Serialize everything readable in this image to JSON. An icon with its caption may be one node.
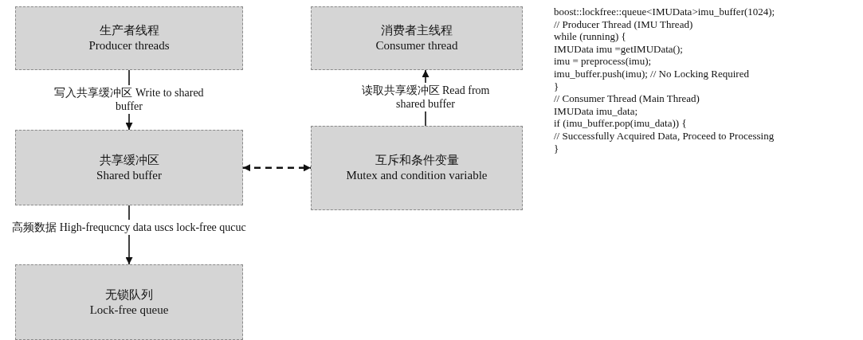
{
  "diagram": {
    "nodes": [
      {
        "text": [
          "生产者线程",
          "Producer threads"
        ]
      },
      {
        "text": [
          "消费者主线程",
          "Consumer thread"
        ]
      },
      {
        "text": [
          "共享缓冲区",
          "Shared buffer"
        ]
      },
      {
        "text": [
          "互斥和条件变量",
          "Mutex and condition variable"
        ]
      },
      {
        "text": [
          "无锁队列",
          "Lock-free queue"
        ]
      }
    ],
    "edges": [
      {
        "from": 0,
        "to": 2,
        "arrow": "to",
        "label": "写入共享缓冲区 Write to shared buffer"
      },
      {
        "from": 3,
        "to": 1,
        "arrow": "to",
        "label": "读取共享缓冲区 Read from shared buffer"
      },
      {
        "from": 2,
        "to": 3,
        "arrow": "both",
        "style": "dashed"
      },
      {
        "from": 2,
        "to": 4,
        "arrow": "to",
        "label": "高频数据 High-frequcncy data uscs lock-free qucuc"
      }
    ],
    "labels": [
      "boost::lockfree::queue<IMUData>imu_buffer(1024);",
      "// Producer Thread (IMU Thread)",
      "while (running) {",
      "IMUData imu =getIMUData();",
      "imu = preprocess(imu);",
      "imu_buffer.push(imu); // No Locking Required",
      "}",
      "// Consumer Thread (Main Thread)",
      "IMUData imu_data;",
      "if (imu_buffer.pop(imu_data)) {",
      "// Successfully Acquired Data, Proceed to Processing",
      "}"
    ]
  }
}
